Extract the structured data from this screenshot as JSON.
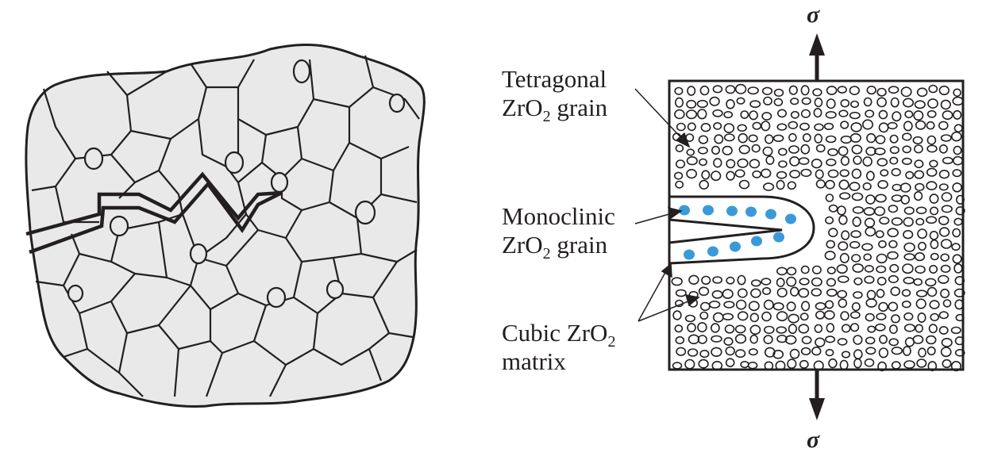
{
  "labels": {
    "tetragonal": {
      "line1": "Tetragonal",
      "line2_pre": "ZrO",
      "line2_sub": "2",
      "line2_post": " grain"
    },
    "monoclinic": {
      "line1": "Monoclinic",
      "line2_pre": "ZrO",
      "line2_sub": "2",
      "line2_post": " grain"
    },
    "cubic": {
      "line1_pre": "Cubic ZrO",
      "line1_sub": "2",
      "line2": "matrix"
    }
  },
  "stress": {
    "top": "σ",
    "bottom": "σ"
  },
  "colors": {
    "monoclinic_fill": "#3a9ad9",
    "microstructure_fill": "#e9e9e9",
    "line": "#231f20"
  }
}
